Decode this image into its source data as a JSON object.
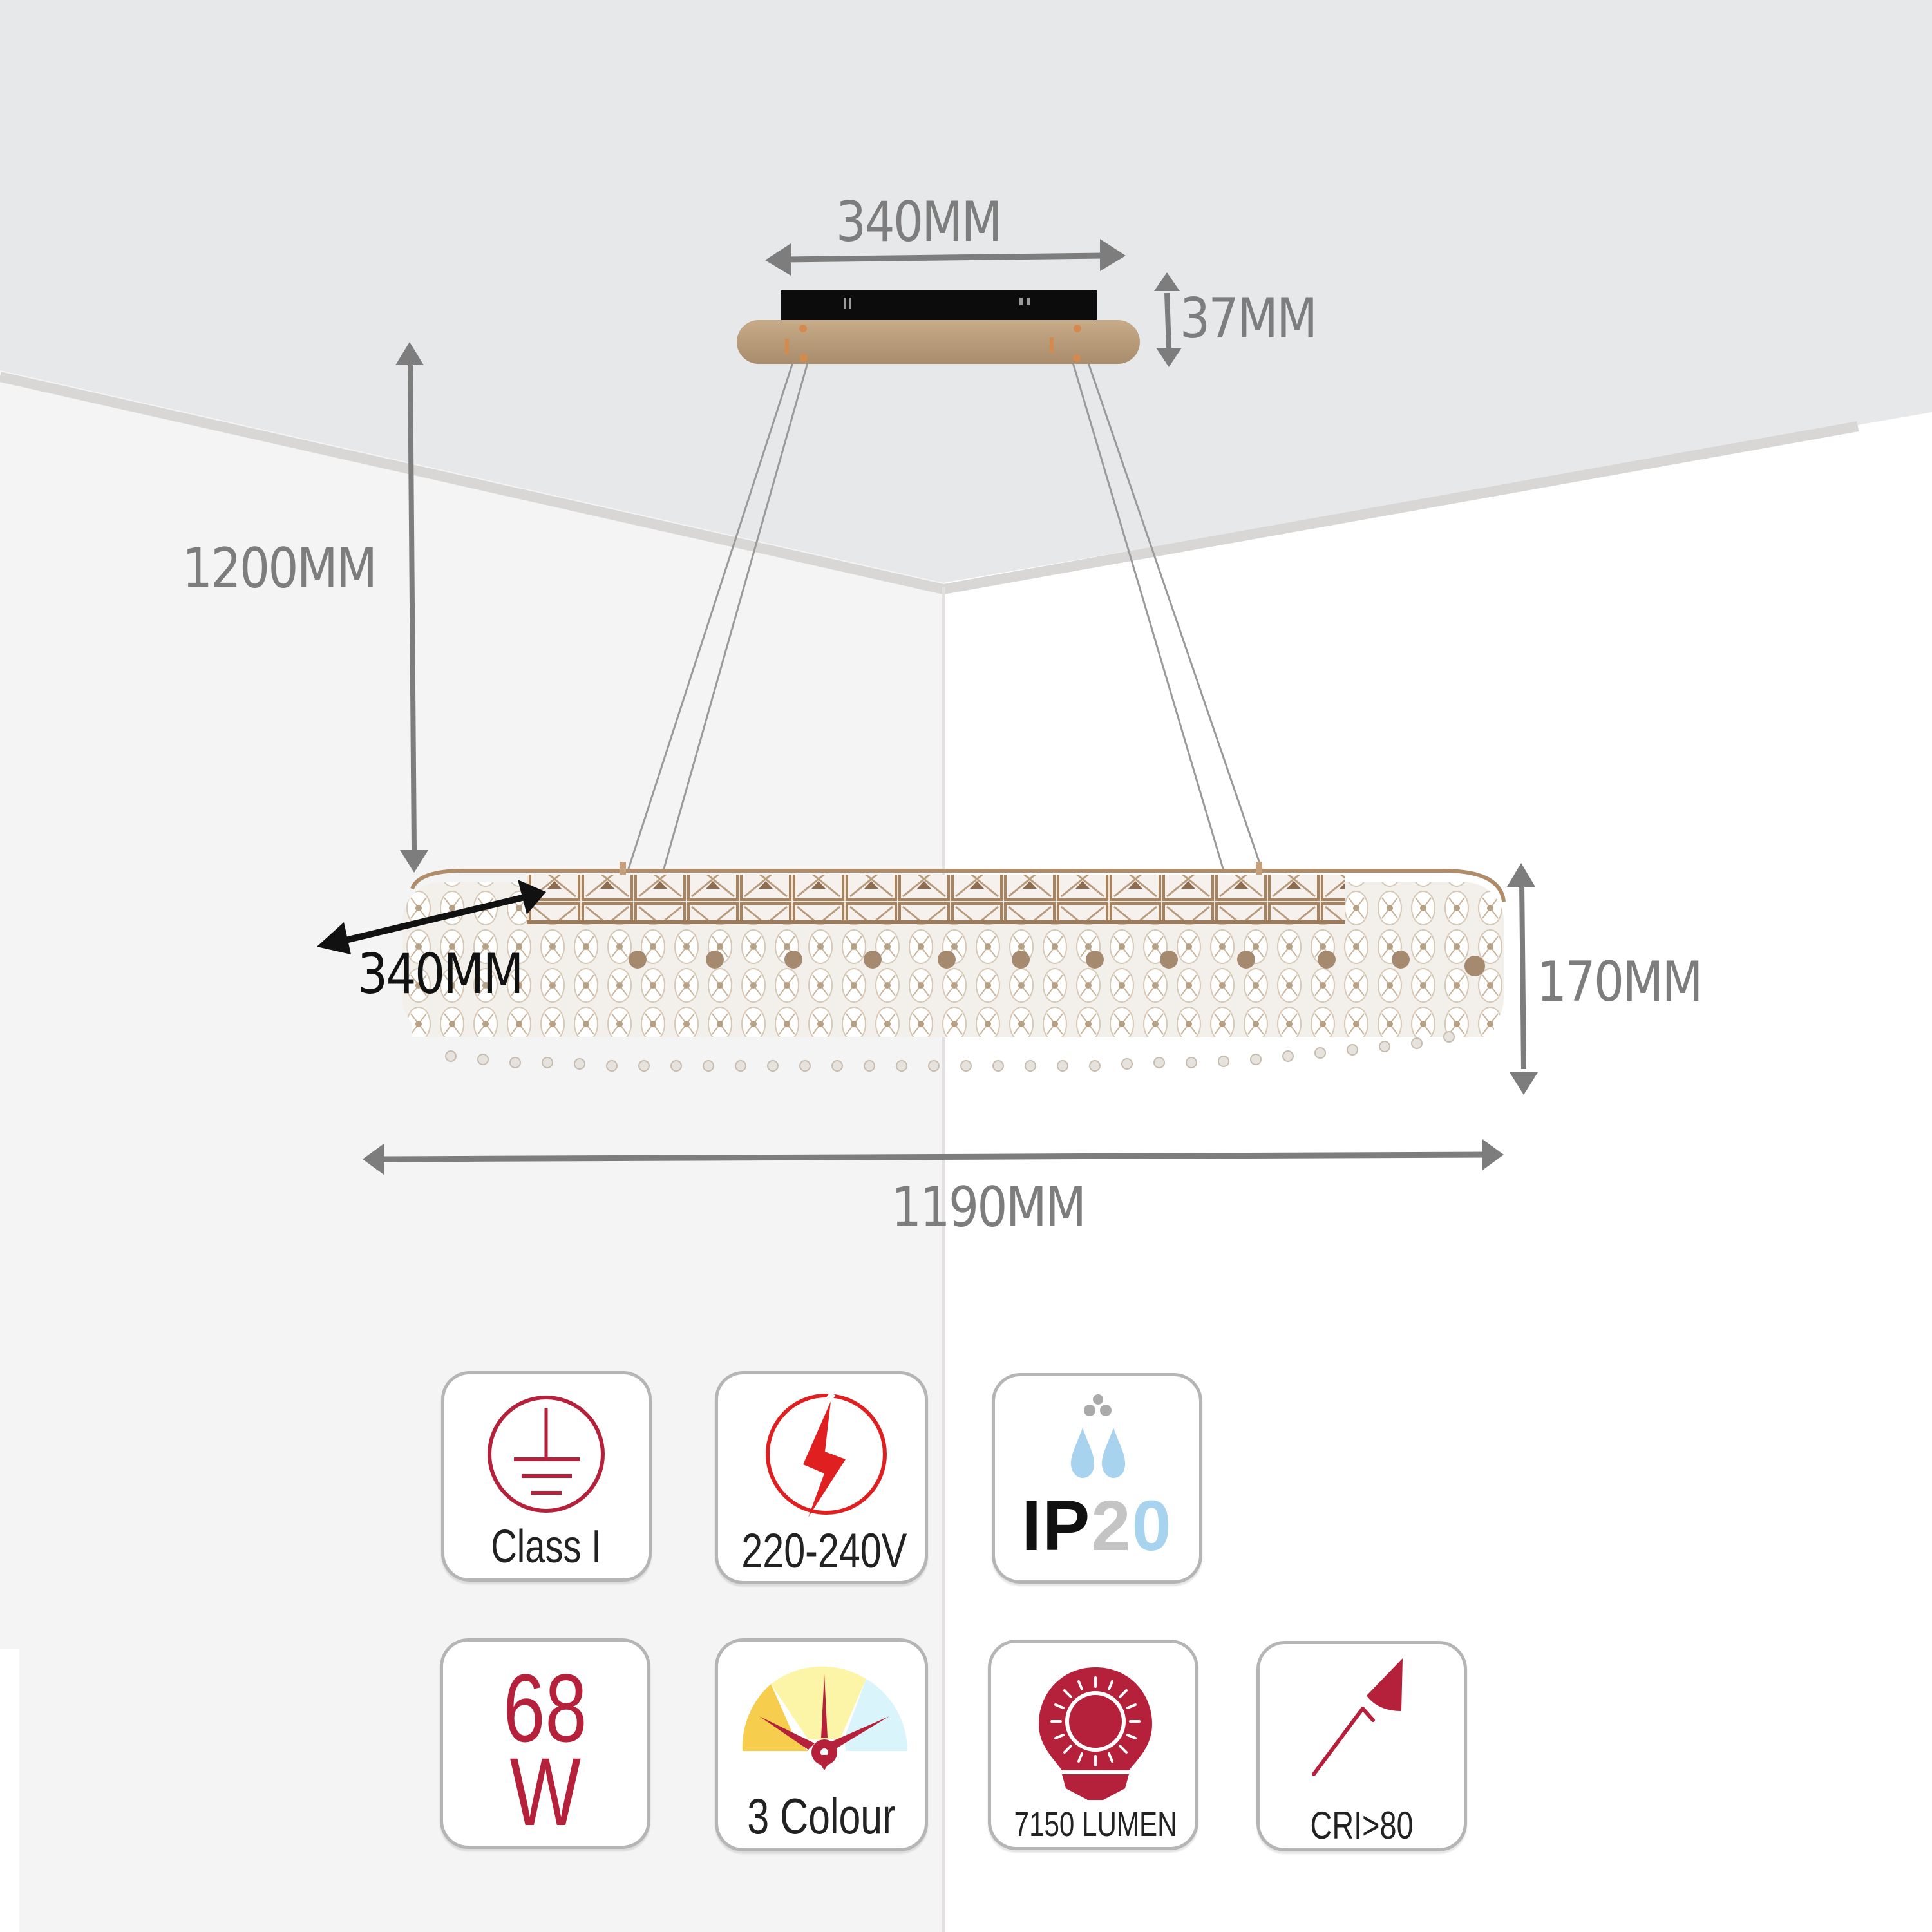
{
  "dimensions": {
    "canopy_width": "340MM",
    "canopy_height": "37MM",
    "drop_length": "1200MM",
    "body_depth": "340MM",
    "body_height": "170MM",
    "body_width": "1190MM"
  },
  "colors": {
    "ceiling": "#e6e8ea",
    "ceiling_edge": "#d9d6d6",
    "left_wall": "#f4f4f4",
    "right_wall": "#ffffff",
    "dimension_gray": "#7d7d7d",
    "accent_red": "#b5203a",
    "bright_red": "#e02020",
    "water_blue": "#a7d3ef",
    "gold": "#b89a78"
  },
  "specs": {
    "row1": [
      {
        "icon": "earth-ground-icon",
        "label": "Class I"
      },
      {
        "icon": "lightning-icon",
        "label": "220-240V"
      },
      {
        "icon": "water-drops-icon",
        "label_ip": "IP",
        "label_digit1": "2",
        "label_digit2": "0"
      }
    ],
    "row2": [
      {
        "icon": "wattage-text",
        "value": "68",
        "unit": "W"
      },
      {
        "icon": "colour-gauge-icon",
        "label": "3 Colour"
      },
      {
        "icon": "bulb-icon",
        "label": "7150 LUMEN"
      },
      {
        "icon": "cri-icon",
        "label": "CRI>80"
      }
    ]
  }
}
